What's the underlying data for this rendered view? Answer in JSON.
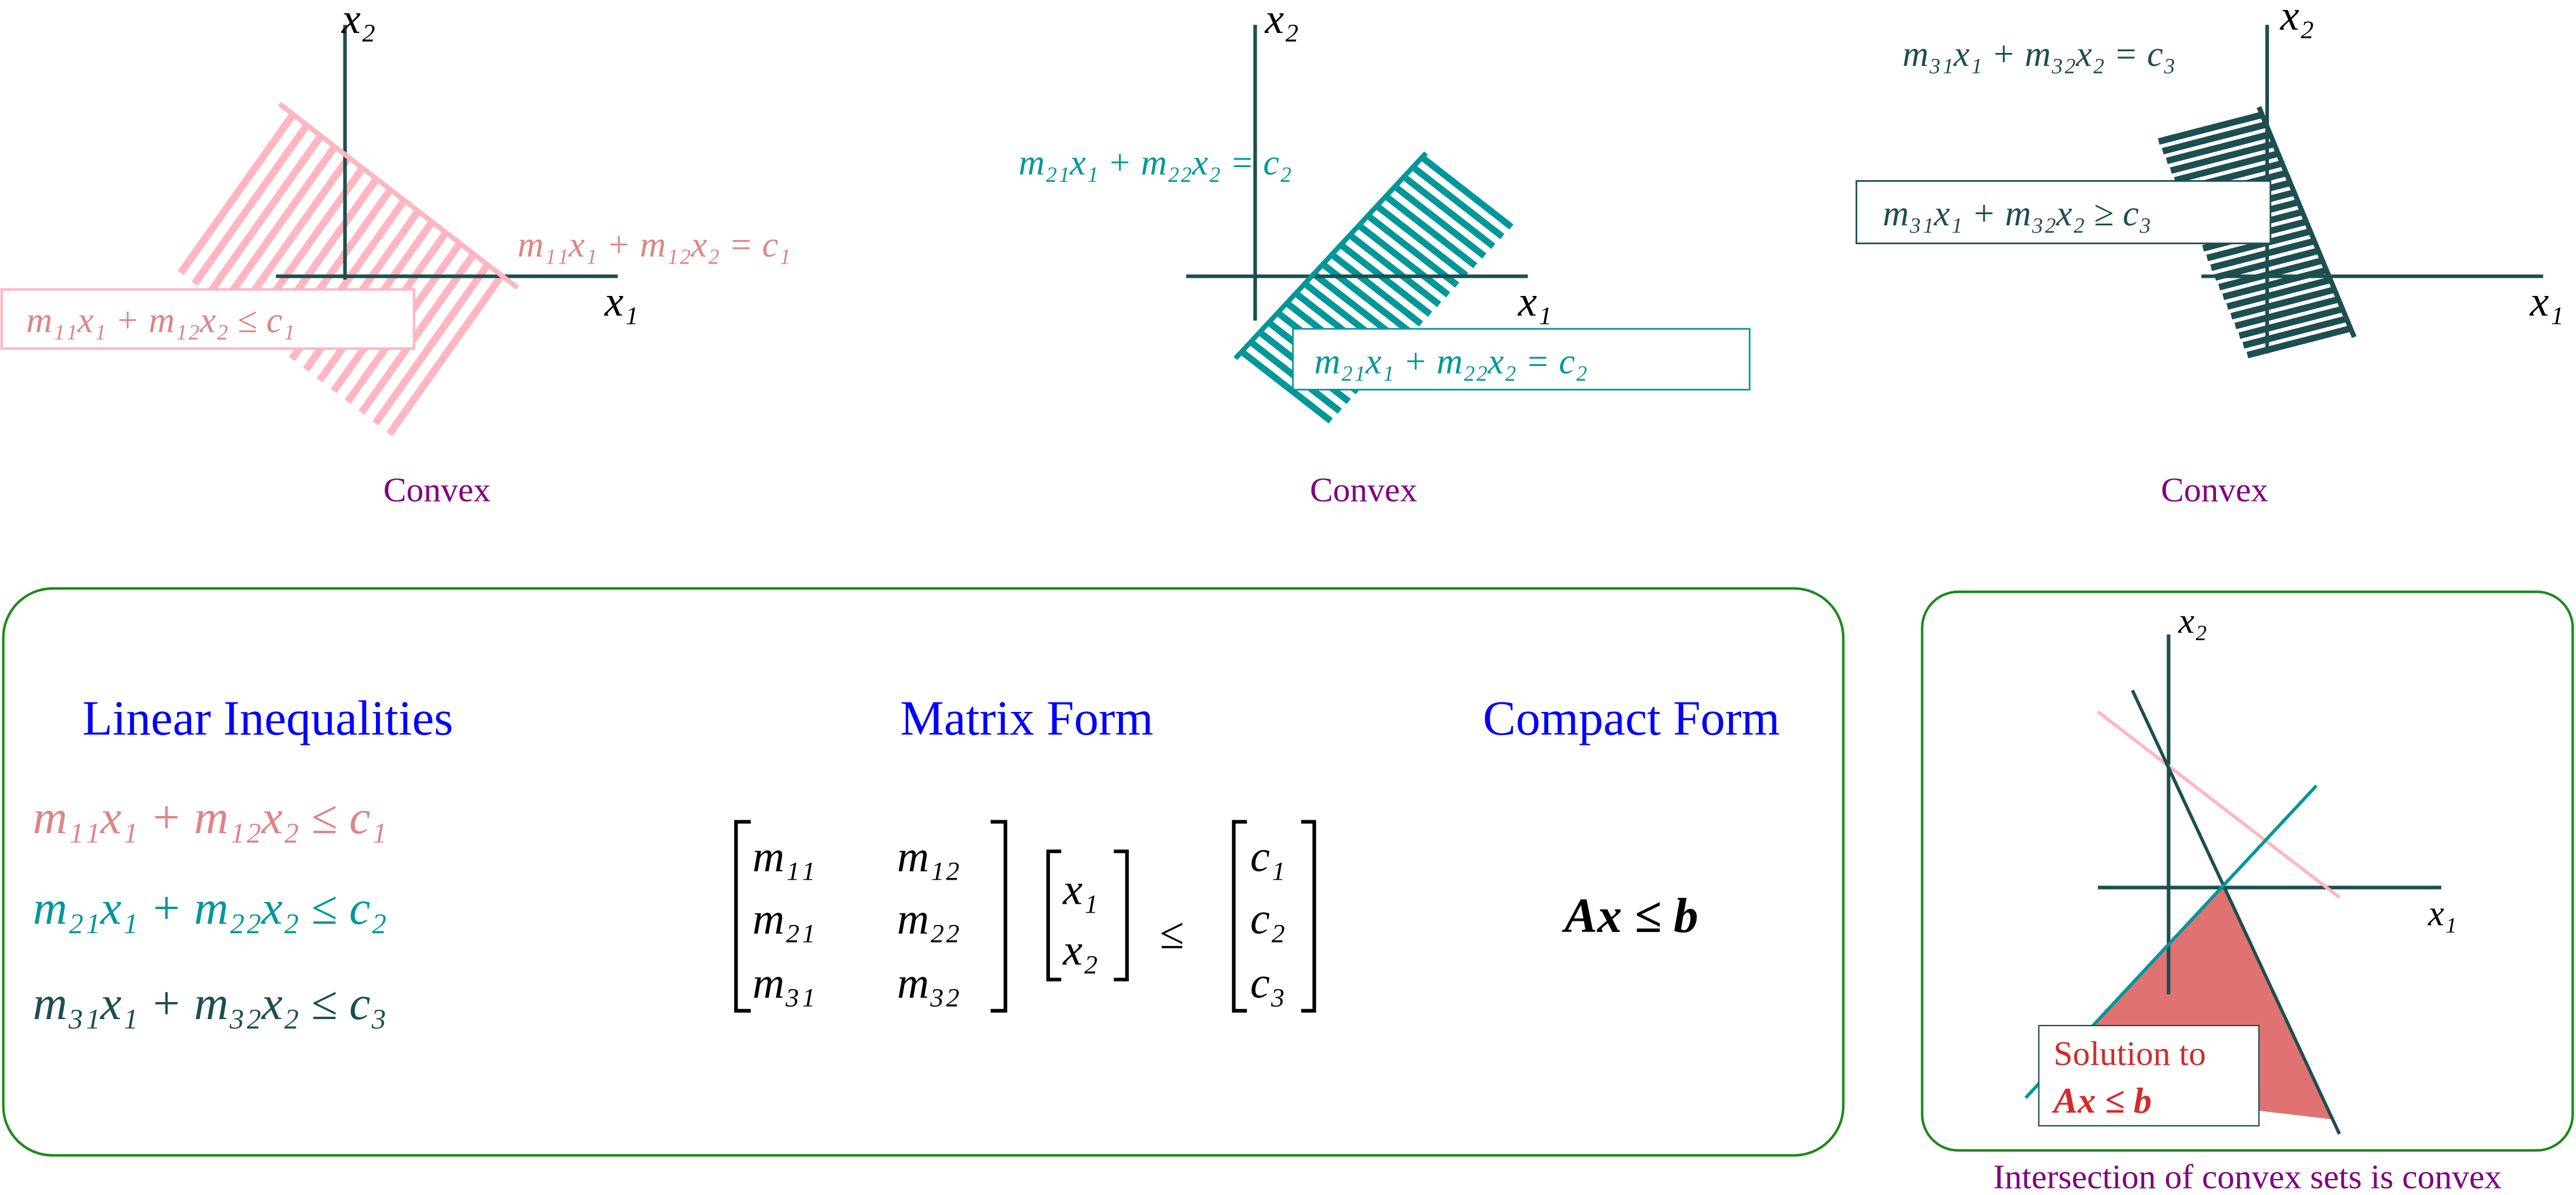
{
  "colors": {
    "pink": "#ffb6c1",
    "salmon": "#dd8585",
    "teal": "#00979a",
    "dark": "#1d4e50",
    "purple": "#800080",
    "blue": "#0000ff",
    "green": "#1a8a1a",
    "solution_fill": "#e07372",
    "solution_text": "#d42a2a"
  },
  "axis_labels": {
    "x1": "x₁",
    "x2": "x₂"
  },
  "panels": [
    {
      "boundary_label": "m₁₁x₁ + m₁₂x₂ = c₁",
      "inequality_box": "m₁₁x₁ + m₁₂x₂ ≤ c₁",
      "caption": "Convex"
    },
    {
      "boundary_label": "m₂₁x₁ + m₂₂x₂ = c₂",
      "inequality_box": "m₂₁x₁ + m₂₂x₂ = c₂",
      "caption": "Convex"
    },
    {
      "boundary_label": "m₃₁x₁ + m₃₂x₂ = c₃",
      "inequality_box": "m₃₁x₁ + m₃₂x₂ ≥ c₃",
      "caption": "Convex"
    }
  ],
  "summary": {
    "linear_title": "Linear Inequalities",
    "inequalities": [
      "m₁₁x₁ + m₁₂x₂ ≤ c₁",
      "m₂₁x₁ + m₂₂x₂ ≤ c₂",
      "m₃₁x₁ + m₃₂x₂ ≤ c₃"
    ],
    "matrix_title": "Matrix Form",
    "matrix": [
      [
        "m₁₁",
        "m₁₂"
      ],
      [
        "m₂₁",
        "m₂₂"
      ],
      [
        "m₃₁",
        "m₃₂"
      ]
    ],
    "vector_x": [
      "x₁",
      "x₂"
    ],
    "relation": "≤",
    "vector_c": [
      "c₁",
      "c₂",
      "c₃"
    ],
    "compact_title": "Compact Form",
    "compact": "Ax ≤ b"
  },
  "intersection": {
    "solution_line1": "Solution to",
    "solution_line2": "Ax ≤ b",
    "caption": "Intersection of convex sets is convex"
  }
}
